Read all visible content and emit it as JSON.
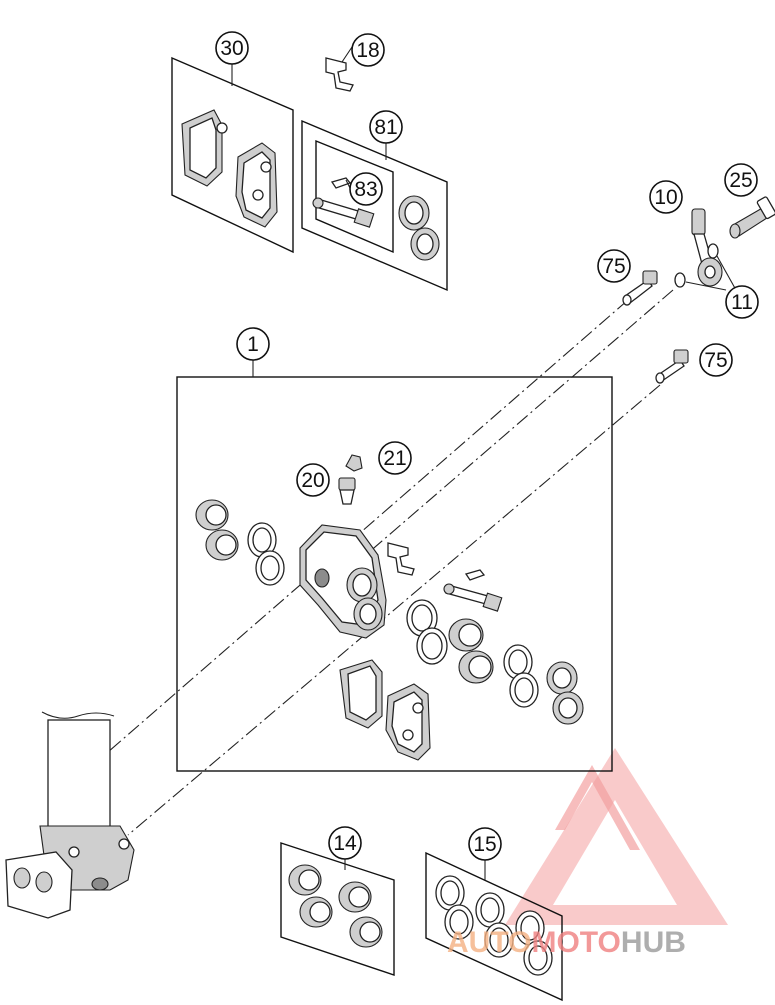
{
  "callouts": [
    {
      "id": "30",
      "label": "30"
    },
    {
      "id": "18",
      "label": "18"
    },
    {
      "id": "81",
      "label": "81"
    },
    {
      "id": "83",
      "label": "83"
    },
    {
      "id": "10",
      "label": "10"
    },
    {
      "id": "25",
      "label": "25"
    },
    {
      "id": "75a",
      "label": "75"
    },
    {
      "id": "11",
      "label": "11"
    },
    {
      "id": "1",
      "label": "1"
    },
    {
      "id": "75b",
      "label": "75"
    },
    {
      "id": "21",
      "label": "21"
    },
    {
      "id": "20",
      "label": "20"
    },
    {
      "id": "14",
      "label": "14"
    },
    {
      "id": "15",
      "label": "15"
    }
  ],
  "watermark": {
    "part1": "AUTO",
    "part2": "MOTO",
    "part3": "HUB",
    "color_orange": "#f4b183",
    "color_red": "#f08080",
    "color_gray": "#9a9a9a"
  }
}
